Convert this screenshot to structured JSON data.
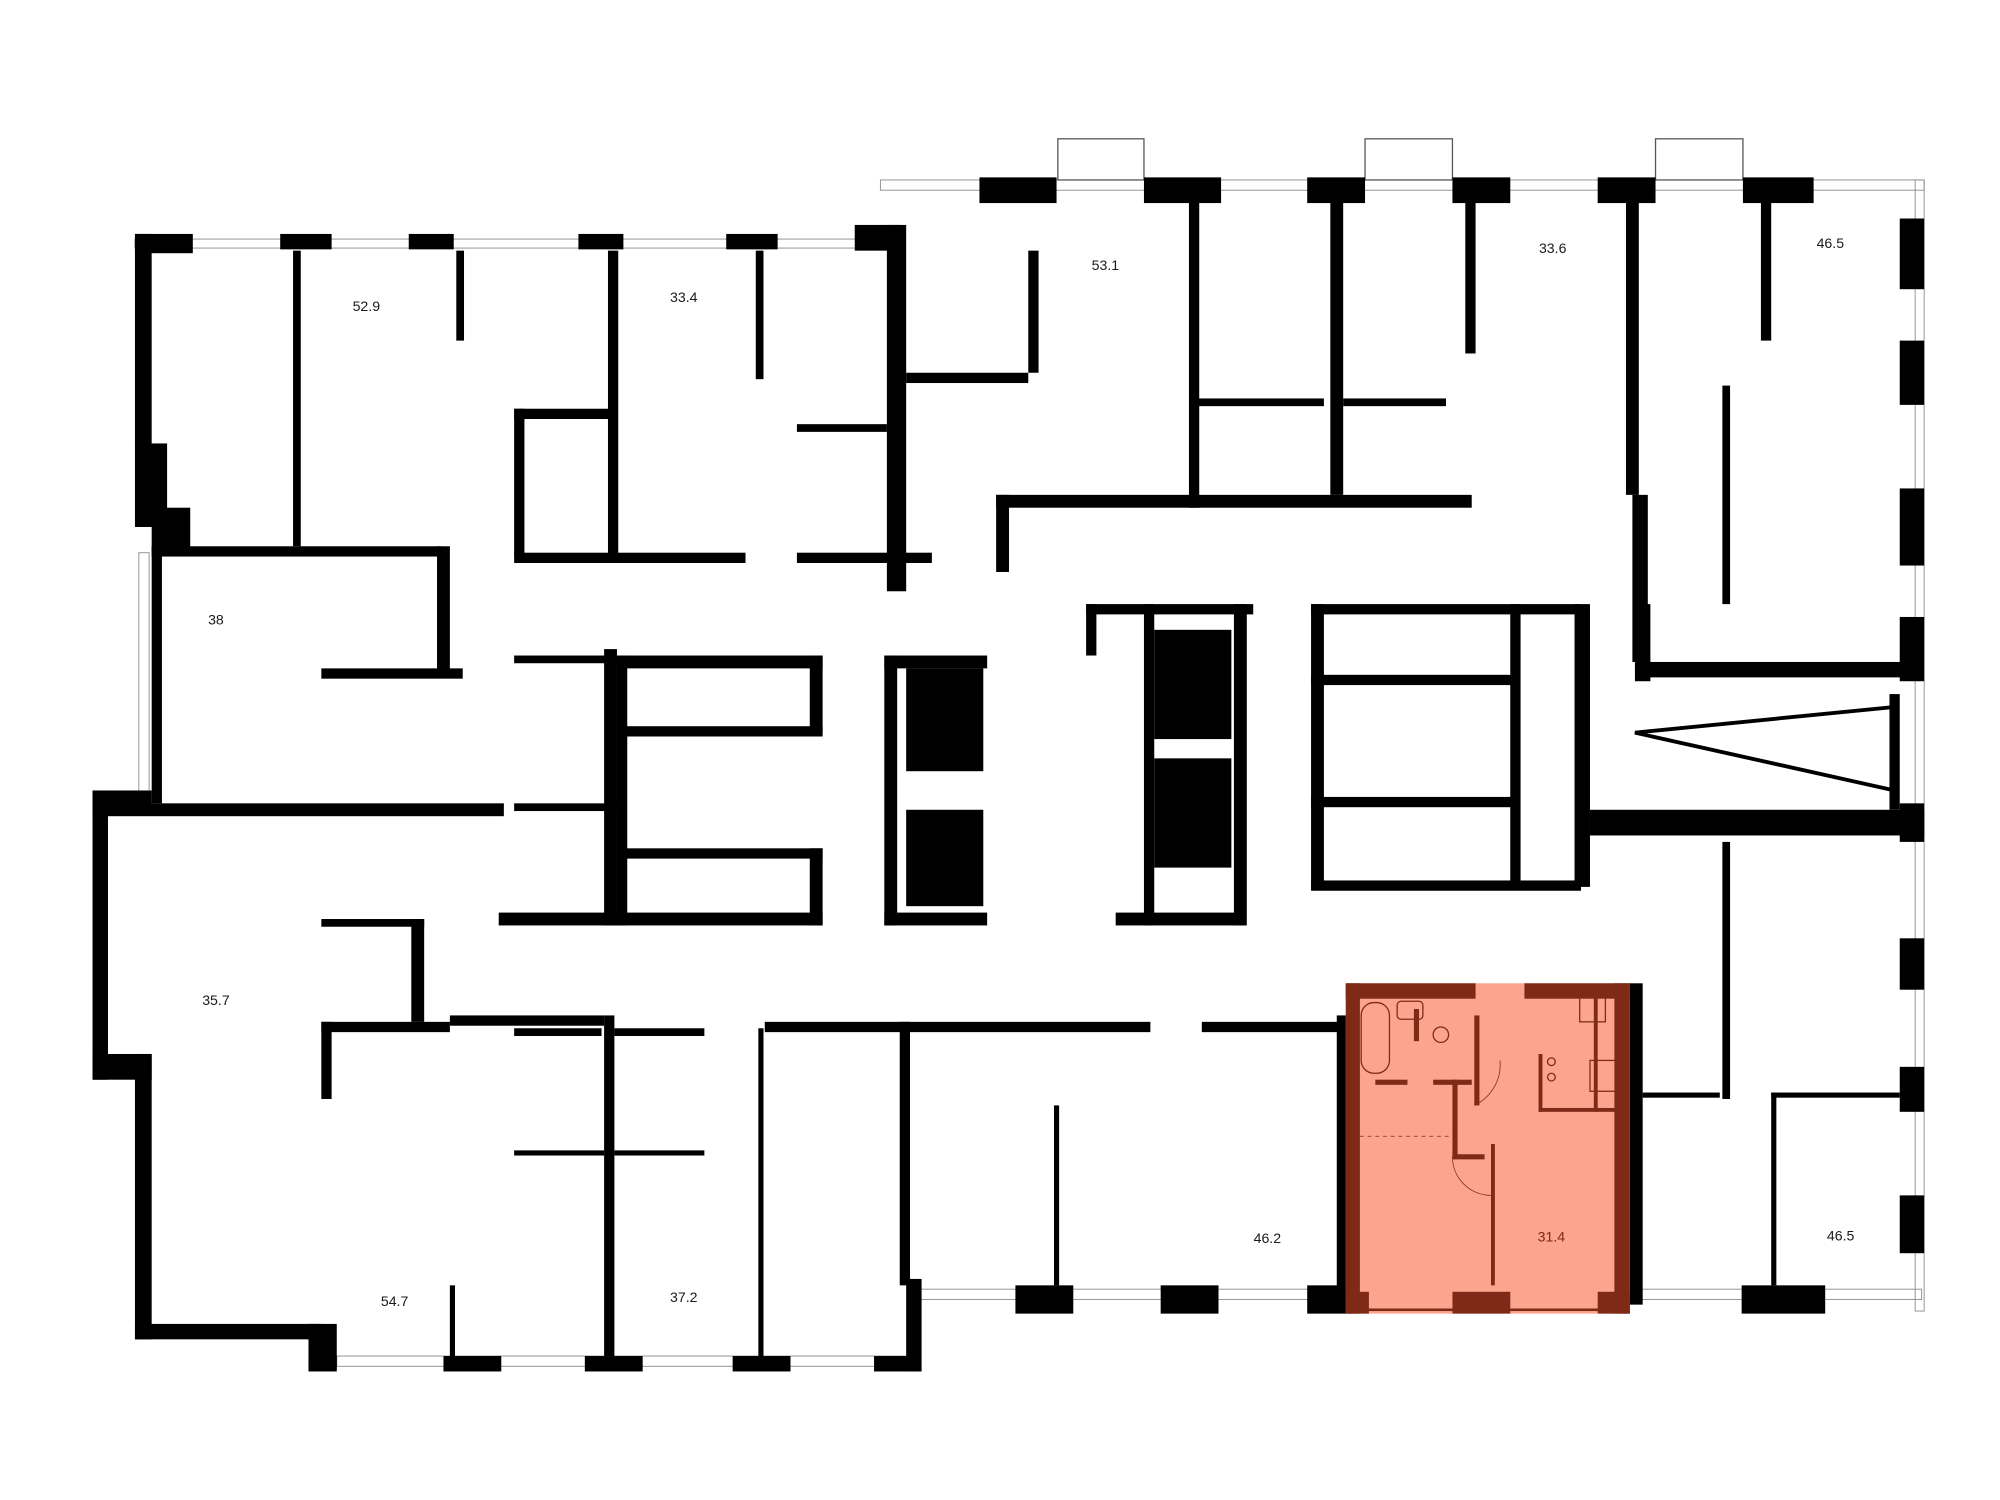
{
  "plan": {
    "highlight_fill": "#fba58f",
    "highlight_stroke": "#7f2a17",
    "wall_color": "#000000",
    "selected_unit": {
      "area": "31.4"
    },
    "units": [
      {
        "id": "u1",
        "area": "52.9"
      },
      {
        "id": "u2",
        "area": "33.4"
      },
      {
        "id": "u3",
        "area": "53.1"
      },
      {
        "id": "u4",
        "area": "33.6"
      },
      {
        "id": "u5",
        "area": "46.5"
      },
      {
        "id": "u6",
        "area": "38"
      },
      {
        "id": "u7",
        "area": "35.7"
      },
      {
        "id": "u8",
        "area": "54.7"
      },
      {
        "id": "u9",
        "area": "37.2"
      },
      {
        "id": "u10",
        "area": "46.2"
      },
      {
        "id": "u11",
        "area": "46.5"
      }
    ]
  }
}
